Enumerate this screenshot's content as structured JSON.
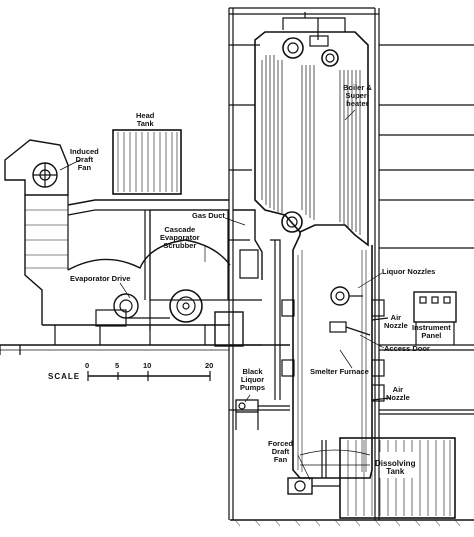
{
  "labels": {
    "induced_draft_fan": "Induced\nDraft\nFan",
    "head_tank": "Head\nTank",
    "boiler_superheater": "Boiler &\nSuper-\nheater",
    "gas_duct": "Gas Duct",
    "cascade_scrubber": "Cascade\nEvaporator\nScrubber",
    "evaporator_drive": "Evaporator Drive",
    "liquor_nozzles": "Liquor Nozzles",
    "air_nozzle_upper": "Air\nNozzle",
    "instrument_panel": "Instrument\nPanel",
    "access_door": "Access Door",
    "smelter_furnace": "Smelter Furnace",
    "black_liquor_pumps": "Black\nLiquor\nPumps",
    "air_nozzle_lower": "Air\nNozzle",
    "forced_draft_fan": "Forced\nDraft\nFan",
    "dissolving_tank": "Dissolving\nTank"
  },
  "scale": {
    "title": "SCALE",
    "ticks": [
      "0",
      "5",
      "10",
      "20"
    ]
  },
  "colors": {
    "ink": "#111111",
    "paper": "#ffffff"
  }
}
